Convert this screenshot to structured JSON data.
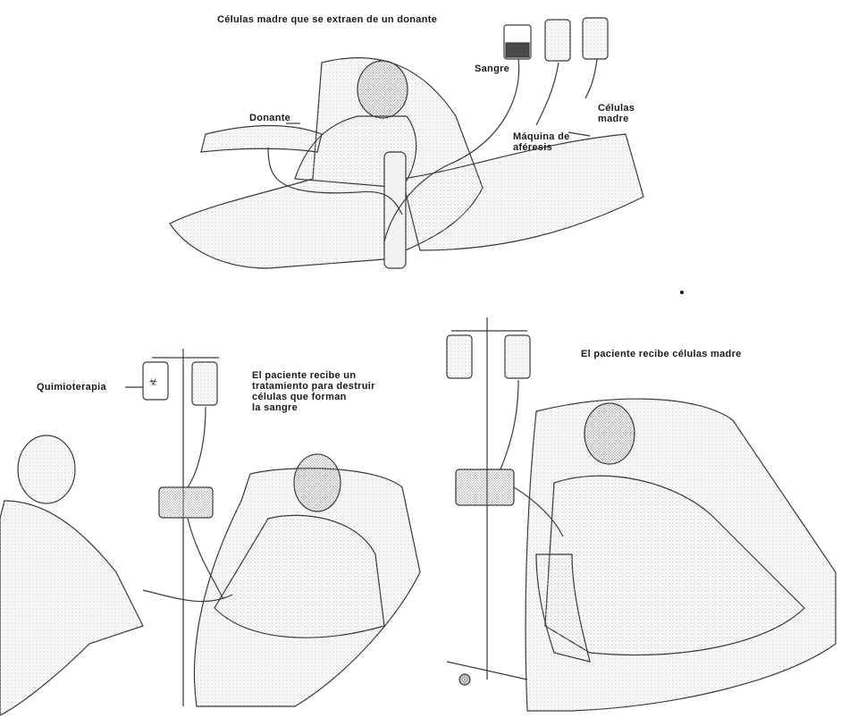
{
  "panels": {
    "donor": {
      "title": "Células madre que se extraen de un donante",
      "labels": {
        "donor": "Donante",
        "blood": "Sangre",
        "machine": "Máquina de\naféresis",
        "stem_cells": "Células\nmadre"
      }
    },
    "chemo": {
      "title": "El paciente recibe un\ntratamiento para destruir\ncélulas que forman\nla sangre",
      "labels": {
        "chemo": "Quimioterapia"
      }
    },
    "transplant": {
      "title": "El paciente recibe células madre"
    }
  },
  "colors": {
    "line": "#3a3a3a",
    "stipple": "#9a9a9a",
    "ink": "#1a1a1a"
  }
}
